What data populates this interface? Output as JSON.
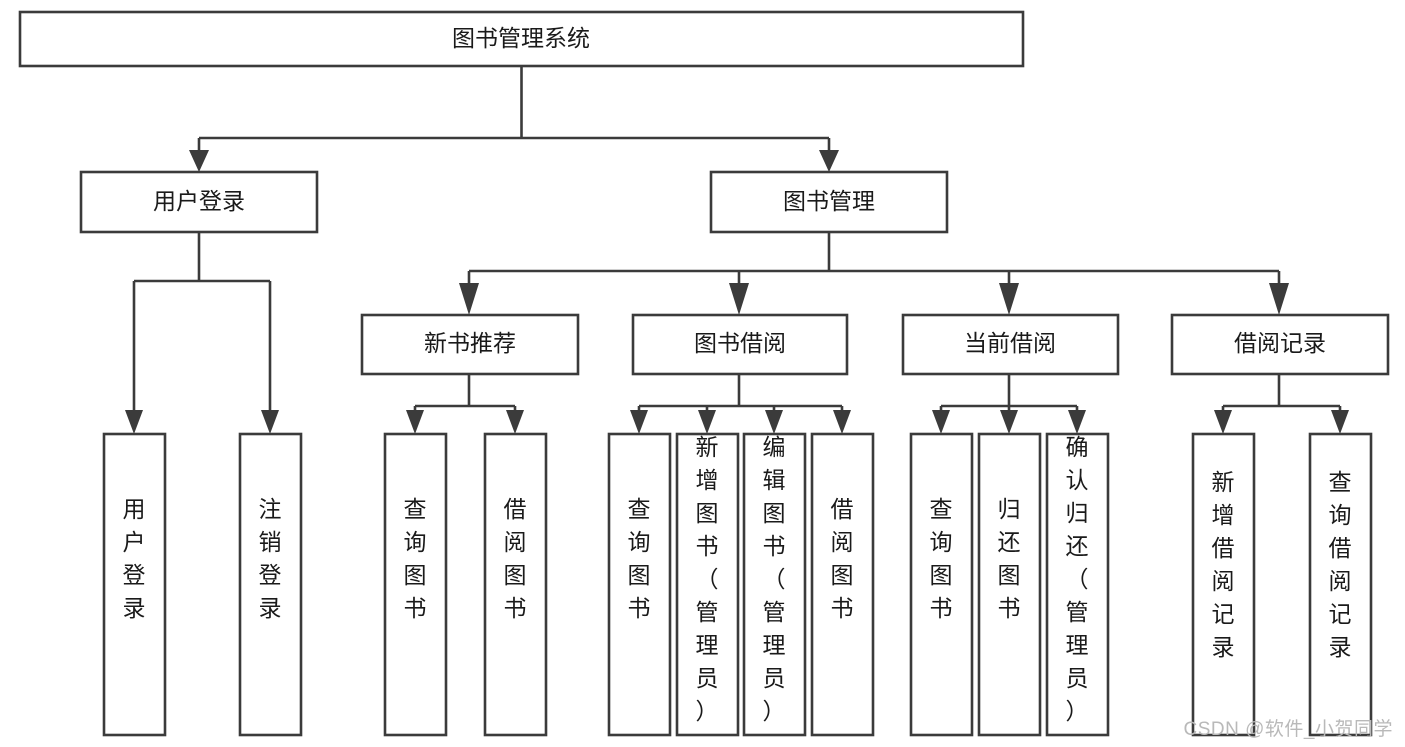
{
  "diagram": {
    "title": "图书管理系统",
    "type": "hierarchy-tree",
    "watermark": "CSDN @软件_小贺同学",
    "colors": {
      "stroke": "#3b3b3b",
      "fill": "#ffffff",
      "text": "#1a1a1a",
      "watermark": "#b9b9b9",
      "background": "#ffffff"
    },
    "levels": [
      {
        "level": 1,
        "nodes": [
          {
            "id": "root",
            "label": "图书管理系统",
            "orientation": "horizontal"
          }
        ]
      },
      {
        "level": 2,
        "nodes": [
          {
            "id": "login",
            "label": "用户登录",
            "orientation": "horizontal",
            "parent": "root"
          },
          {
            "id": "bookmgmt",
            "label": "图书管理",
            "orientation": "horizontal",
            "parent": "root"
          }
        ]
      },
      {
        "level": 3,
        "nodes": [
          {
            "id": "recommend",
            "label": "新书推荐",
            "orientation": "horizontal",
            "parent": "bookmgmt"
          },
          {
            "id": "borrow",
            "label": "图书借阅",
            "orientation": "horizontal",
            "parent": "bookmgmt"
          },
          {
            "id": "current",
            "label": "当前借阅",
            "orientation": "horizontal",
            "parent": "bookmgmt"
          },
          {
            "id": "records",
            "label": "借阅记录",
            "orientation": "horizontal",
            "parent": "bookmgmt"
          }
        ]
      },
      {
        "level": 4,
        "nodes": [
          {
            "id": "leaf-user-login",
            "label": "用户登录",
            "orientation": "vertical",
            "parent": "login"
          },
          {
            "id": "leaf-user-logout",
            "label": "注销登录",
            "orientation": "vertical",
            "parent": "login"
          },
          {
            "id": "leaf-rec-query",
            "label": "查询图书",
            "orientation": "vertical",
            "parent": "recommend"
          },
          {
            "id": "leaf-rec-borrow",
            "label": "借阅图书",
            "orientation": "vertical",
            "parent": "recommend"
          },
          {
            "id": "leaf-borrow-query",
            "label": "查询图书",
            "orientation": "vertical",
            "parent": "borrow"
          },
          {
            "id": "leaf-borrow-add",
            "label": "新增图书（管理员）",
            "orientation": "vertical",
            "parent": "borrow"
          },
          {
            "id": "leaf-borrow-edit",
            "label": "编辑图书（管理员）",
            "orientation": "vertical",
            "parent": "borrow"
          },
          {
            "id": "leaf-borrow-lend",
            "label": "借阅图书",
            "orientation": "vertical",
            "parent": "borrow"
          },
          {
            "id": "leaf-cur-query",
            "label": "查询图书",
            "orientation": "vertical",
            "parent": "current"
          },
          {
            "id": "leaf-cur-return",
            "label": "归还图书",
            "orientation": "vertical",
            "parent": "current"
          },
          {
            "id": "leaf-cur-confirm",
            "label": "确认归还（管理员）",
            "orientation": "vertical",
            "parent": "current"
          },
          {
            "id": "leaf-rec-add",
            "label": "新增借阅记录",
            "orientation": "vertical",
            "parent": "records"
          },
          {
            "id": "leaf-rec-query2",
            "label": "查询借阅记录",
            "orientation": "vertical",
            "parent": "records"
          }
        ]
      }
    ]
  }
}
